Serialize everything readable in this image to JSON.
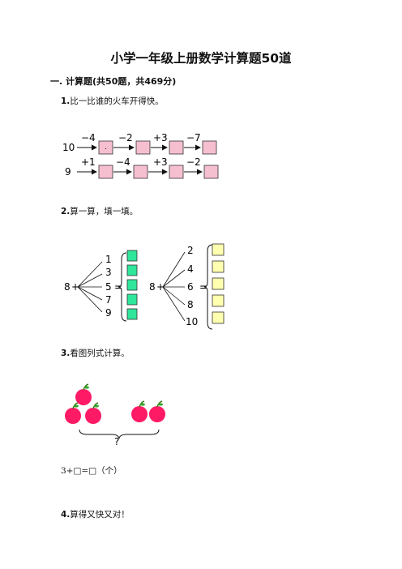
{
  "title": "小学一年级上册数学计算题50道",
  "section": {
    "heading": "一. 计算题(共50题，共469分)"
  },
  "questions": [
    {
      "num": "1.",
      "text": "比一比谁的火车开得快。"
    },
    {
      "num": "2.",
      "text": "算一算，填一填。"
    },
    {
      "num": "3.",
      "text": "看图列式计算。"
    },
    {
      "num": "4.",
      "text": "算得又快又对！"
    }
  ],
  "train": {
    "row1": {
      "start": "10",
      "ops": [
        "−4",
        "−2",
        "+3",
        "−7"
      ]
    },
    "row2": {
      "start": "9",
      "ops": [
        "+1",
        "−4",
        "+3",
        "−2"
      ]
    },
    "box_color": "#f6bfd0",
    "dot": "."
  },
  "fill": {
    "left": {
      "base": "8",
      "plus": "+",
      "eq": "=",
      "numbers": [
        "1",
        "3",
        "5",
        "7",
        "9"
      ],
      "box_color": "#2fe69a"
    },
    "right": {
      "base": "8",
      "plus": "+",
      "eq": "=",
      "numbers": [
        "2",
        "4",
        "6",
        "8",
        "10"
      ],
      "box_color": "#ffffb0"
    }
  },
  "apples": {
    "question_mark": "?",
    "color": "#ff1a66"
  },
  "formula": "3+□=□（个）"
}
